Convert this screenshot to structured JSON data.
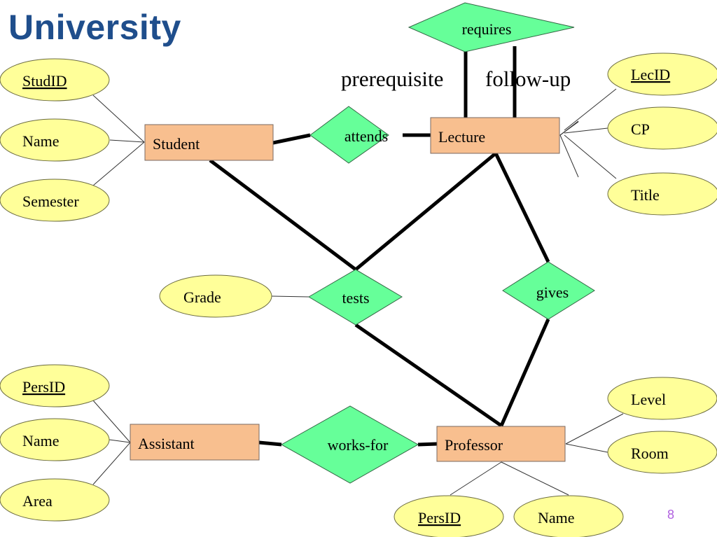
{
  "title": "University",
  "page_number": "8",
  "colors": {
    "title": "#1f4e8c",
    "entity": "#f8bf8f",
    "relationship": "#66ff99",
    "attribute": "#ffff99",
    "page_number": "#b060e0"
  },
  "entities": {
    "student": "Student",
    "lecture": "Lecture",
    "assistant": "Assistant",
    "professor": "Professor"
  },
  "relationships": {
    "requires": "requires",
    "attends": "attends",
    "tests": "tests",
    "gives": "gives",
    "works_for": "works-for"
  },
  "role_labels": {
    "prerequisite": "prerequisite",
    "follow_up": "follow-up"
  },
  "attributes": {
    "student": [
      {
        "label": "StudID",
        "key": true
      },
      {
        "label": "Name",
        "key": false
      },
      {
        "label": "Semester",
        "key": false
      }
    ],
    "lecture": [
      {
        "label": "LecID",
        "key": true
      },
      {
        "label": "CP",
        "key": false
      },
      {
        "label": "Title",
        "key": false
      }
    ],
    "tests": [
      {
        "label": "Grade",
        "key": false
      }
    ],
    "assistant": [
      {
        "label": "PersID",
        "key": true
      },
      {
        "label": "Name",
        "key": false
      },
      {
        "label": "Area",
        "key": false
      }
    ],
    "professor": [
      {
        "label": "Level",
        "key": false
      },
      {
        "label": "Room",
        "key": false
      },
      {
        "label": "PersID",
        "key": true
      },
      {
        "label": "Name",
        "key": false
      }
    ]
  }
}
